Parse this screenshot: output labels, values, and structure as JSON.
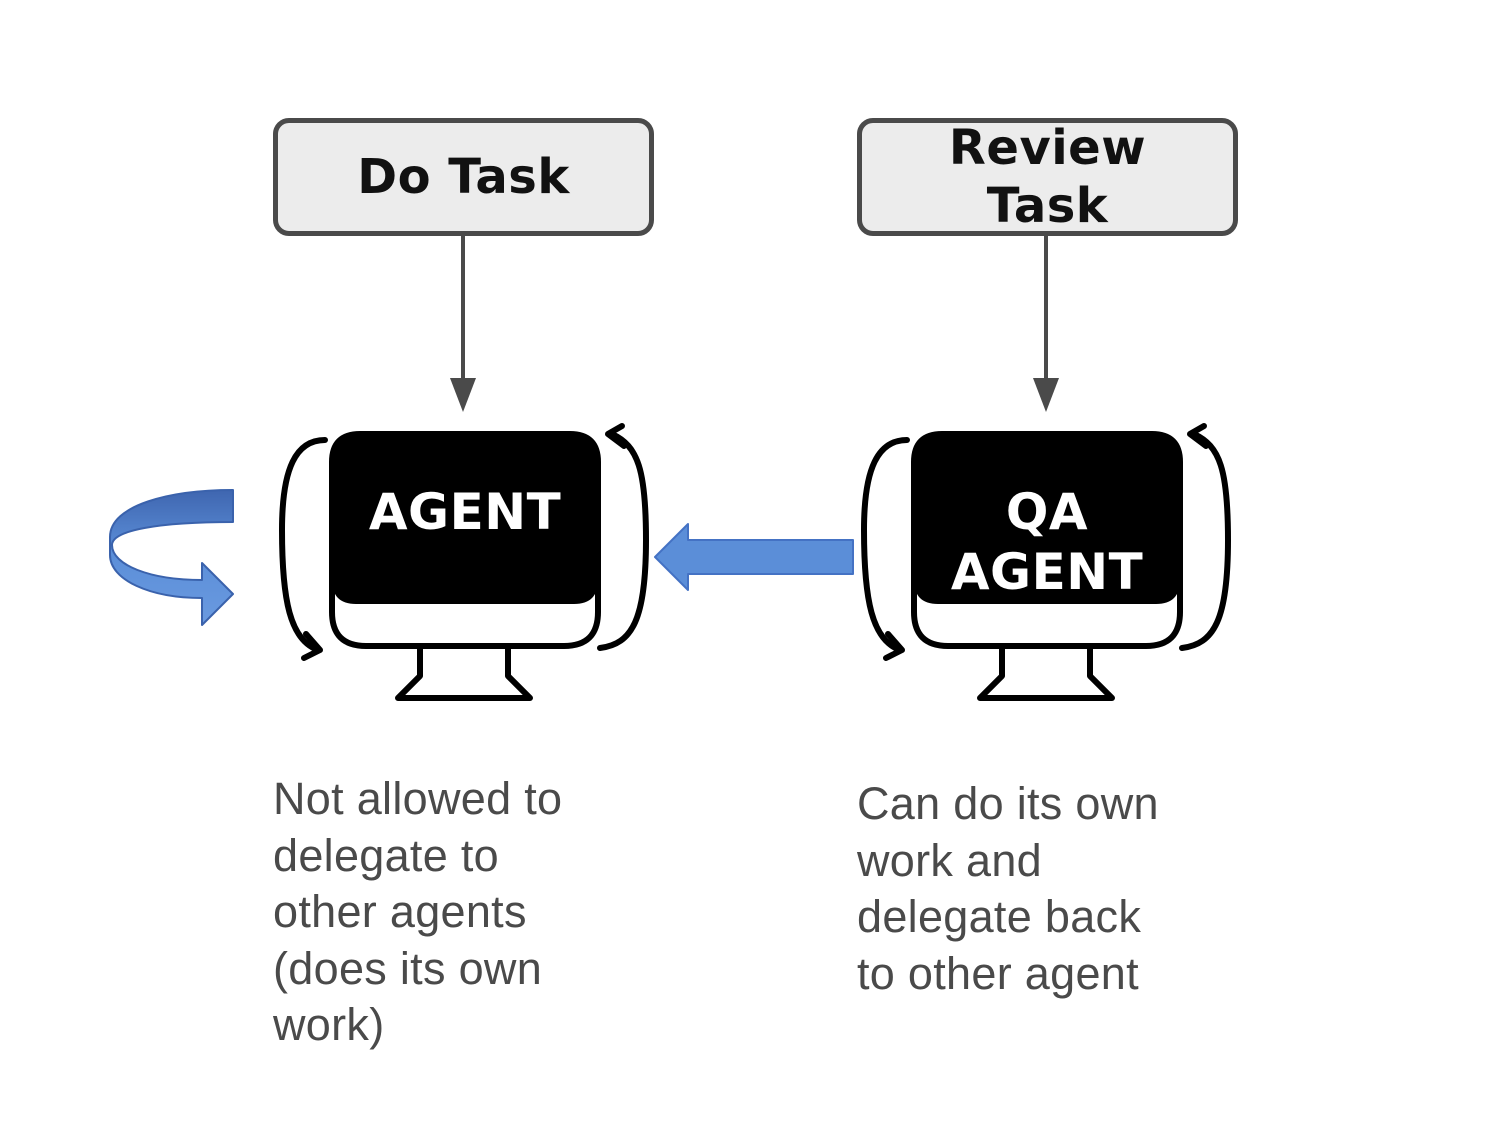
{
  "tasks": {
    "do_task": "Do Task",
    "review_task": "Review Task"
  },
  "agents": {
    "agent": "AGENT",
    "qa_agent": "QA AGENT"
  },
  "descriptions": {
    "agent": [
      "Not allowed to",
      "delegate to",
      "other agents",
      "(does its own",
      "work)"
    ],
    "qa_agent": [
      "Can do its own",
      "work and",
      "delegate back",
      "to other agent"
    ]
  },
  "colors": {
    "box_fill": "#ececec",
    "box_border": "#4a4a4a",
    "arrow_dark": "#4a4a4a",
    "monitor": "#000000",
    "blue_arrow": "#5b8ed8",
    "blue_arrow_dark": "#4472c4",
    "text": "#4a4a4a"
  },
  "icons": [
    "monitor-icon",
    "self-loop-arrow-icon",
    "delegate-arrow-icon",
    "refresh-arrows-icon"
  ]
}
